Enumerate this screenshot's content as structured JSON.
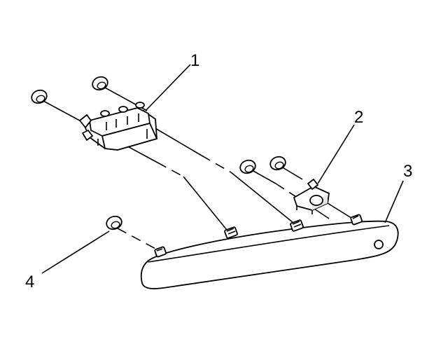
{
  "diagram": {
    "callouts": [
      {
        "id": "callout-1",
        "label": "1"
      },
      {
        "id": "callout-2",
        "label": "2"
      },
      {
        "id": "callout-3",
        "label": "3"
      },
      {
        "id": "callout-4",
        "label": "4"
      }
    ],
    "colors": {
      "line": "#000000",
      "background": "#ffffff",
      "shade": "#e6e6e6"
    }
  }
}
